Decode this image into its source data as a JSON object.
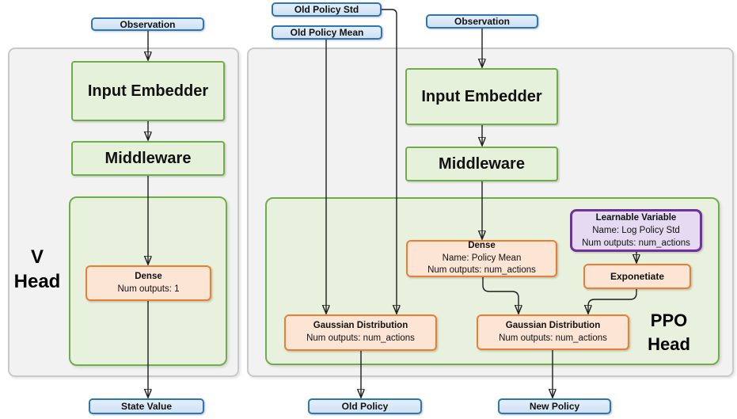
{
  "v_network": {
    "observation": "Observation",
    "input_embedder": "Input Embedder",
    "middleware": "Middleware",
    "head_label_line1": "V",
    "head_label_line2": "Head",
    "dense": {
      "title": "Dense",
      "line2": "Num outputs: 1"
    },
    "state_value": "State Value"
  },
  "ppo_network": {
    "old_policy_std": "Old Policy Std",
    "old_policy_mean": "Old Policy Mean",
    "observation": "Observation",
    "input_embedder": "Input Embedder",
    "middleware": "Middleware",
    "head_label_line1": "PPO",
    "head_label_line2": "Head",
    "dense": {
      "title": "Dense",
      "line2": "Name: Policy Mean",
      "line3": "Num outputs: num_actions"
    },
    "learnable_variable": {
      "title": "Learnable Variable",
      "line2": "Name: Log Policy Std",
      "line3": "Num outputs: num_actions"
    },
    "exponetiate": "Exponetiate",
    "gaussian_old": {
      "title": "Gaussian Distribution",
      "line2": "Num outputs: num_actions"
    },
    "gaussian_new": {
      "title": "Gaussian Distribution",
      "line2": "Num outputs: num_actions"
    },
    "old_policy": "Old Policy",
    "new_policy": "New Policy"
  },
  "colors": {
    "blue_border": "#2e75b6",
    "blue_fill": "#d9e8f7",
    "green_border": "#70ad47",
    "green_fill": "#e6f1dc",
    "orange_border": "#ed7d31",
    "orange_fill": "#fce5d5",
    "purple_border": "#7030a0",
    "purple_fill": "#e6d9f2",
    "panel_fill": "#f2f2f2",
    "panel_border": "#c9c9c9",
    "connector": "#1c1c1c"
  }
}
